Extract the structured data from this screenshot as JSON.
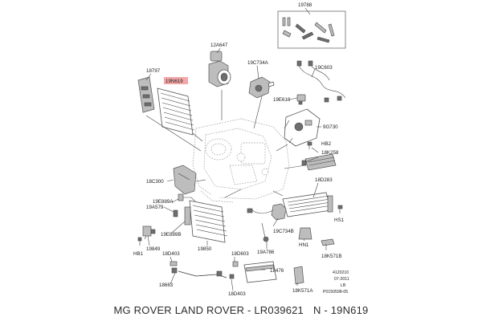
{
  "parts": {
    "p19788": "19788",
    "p12a647": "12A647",
    "p19c734a": "19C734A",
    "p19c603": "19C603",
    "p18797": "18797",
    "p19n619": "19N619",
    "p19e616": "19E616",
    "p9g730": "9G730",
    "hb2": "HB2",
    "p18k258": "18K258",
    "p18c300": "18C300",
    "p18d283": "18D283",
    "p19e889a": "19E889A",
    "p19a579": "19A579",
    "p19e889b": "19E889B",
    "p19c734b": "19C734B",
    "hs1": "HS1",
    "hb1": "HB1",
    "p19849": "19849",
    "p19850": "19850",
    "p19a786": "19A786",
    "hn1": "HN1",
    "p18k571b": "18K571B",
    "p18d403a": "18D403",
    "p18d603": "18D603",
    "p18663": "18663",
    "p18d403b": "18D403",
    "p18476": "18476",
    "p18k571a": "18K571A"
  },
  "highlight_color": "#f4a7a7",
  "ref": {
    "line1": "4120210",
    "line2": "07-2011",
    "line3": "LB",
    "line4": "P0150598-05"
  },
  "footer": {
    "brand": "MG ROVER LAND ROVER - LR039621",
    "part": "N - 19N619"
  }
}
